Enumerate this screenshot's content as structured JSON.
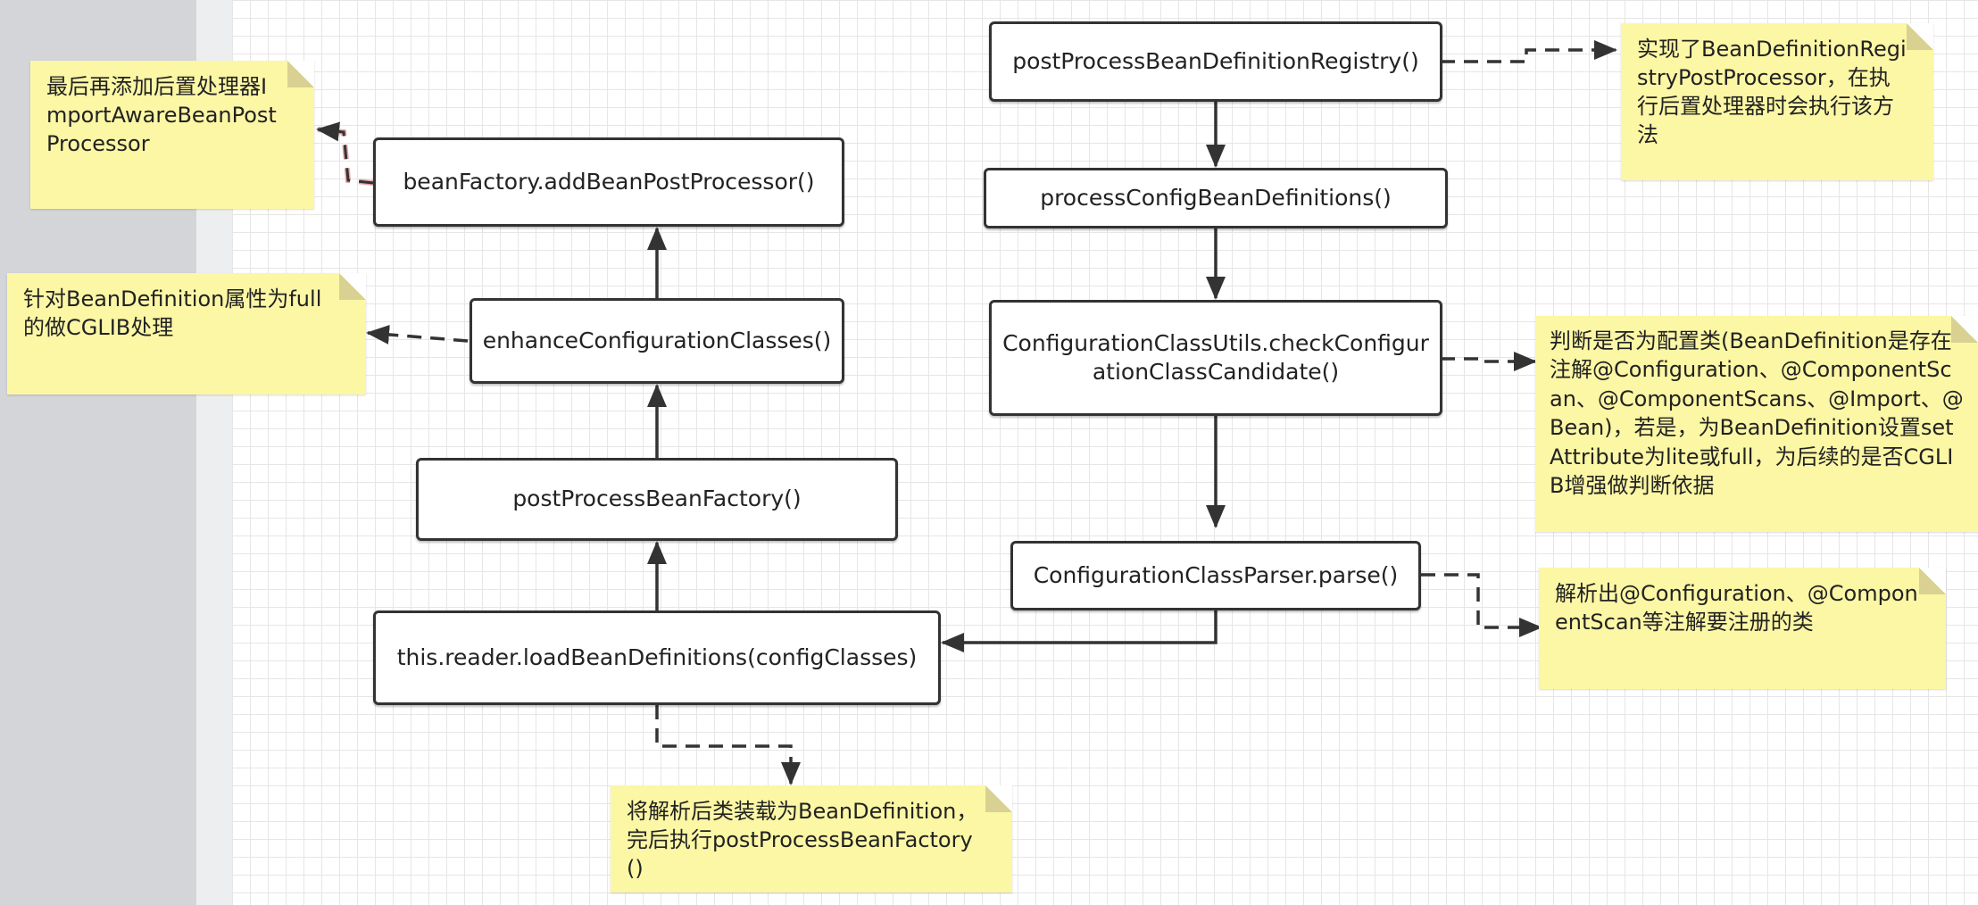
{
  "nodes": {
    "post_process_registry": "postProcessBeanDefinitionRegistry()",
    "process_config_bean_definitions": "processConfigBeanDefinitions()",
    "check_configuration_candidate": "ConfigurationClassUtils.checkConfigurationClassCandidate()",
    "parser_parse": "ConfigurationClassParser.parse()",
    "load_bean_definitions": "this.reader.loadBeanDefinitions(configClasses)",
    "post_process_bean_factory": "postProcessBeanFactory()",
    "enhance_configuration_classes": "enhanceConfigurationClasses()",
    "add_bean_post_processor": "beanFactory.addBeanPostProcessor()"
  },
  "notes": {
    "registry_note": "实现了BeanDefinitionRegistryPostProcessor，在执行后置处理器时会执行该方法",
    "candidate_note": "判断是否为配置类(BeanDefinition是存在注解@Configuration、@ComponentScan、@ComponentScans、@Import、@Bean)，若是，为BeanDefinition设置setAttribute为lite或full，为后续的是否CGLIB增强做判断依据",
    "parse_note": "解析出@Configuration、@ComponentScan等注解要注册的类",
    "load_note": "将解析后类装载为BeanDefinition，完后执行postProcessBeanFactory()",
    "enhance_note": "针对BeanDefinition属性为full的做CGLIB处理",
    "add_processor_note": "最后再添加后置处理器ImportAwareBeanPostProcessor"
  },
  "colors": {
    "note_background": "#fcf7a5",
    "node_border": "#333333",
    "highlight_dash": "#e8a0a8"
  }
}
